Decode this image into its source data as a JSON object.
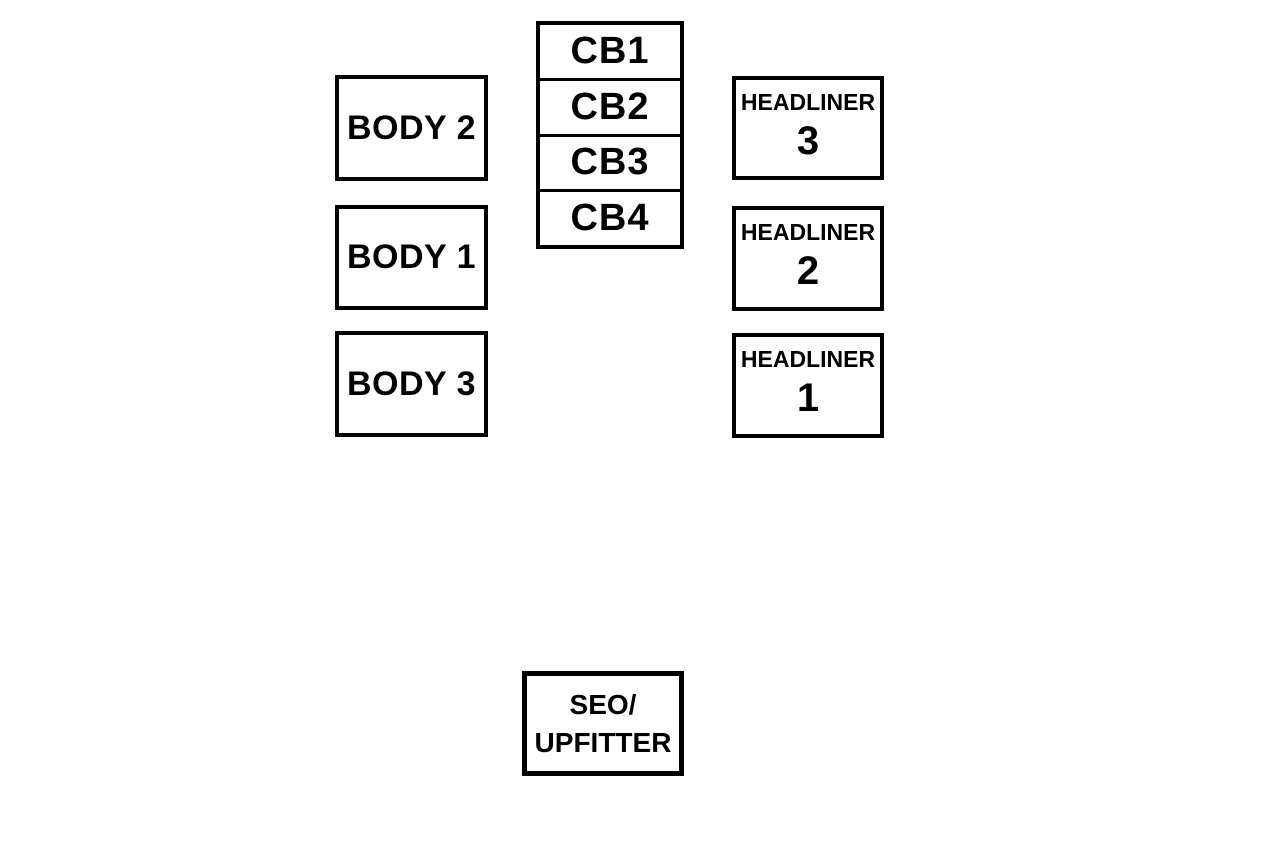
{
  "page": {
    "background_color": "#ffffff",
    "line_color": "#000000"
  },
  "diagram": {
    "body_column": [
      {
        "label": "BODY 2"
      },
      {
        "label": "BODY 1"
      },
      {
        "label": "BODY 3"
      }
    ],
    "cb_stack": [
      {
        "label": "CB1"
      },
      {
        "label": "CB2"
      },
      {
        "label": "CB3"
      },
      {
        "label": "CB4"
      }
    ],
    "headliner_column": [
      {
        "title": "HEADLINER",
        "number": "3"
      },
      {
        "title": "HEADLINER",
        "number": "2"
      },
      {
        "title": "HEADLINER",
        "number": "1"
      }
    ],
    "seo_upfitter": {
      "line1": "SEO/",
      "line2": "UPFITTER"
    }
  }
}
